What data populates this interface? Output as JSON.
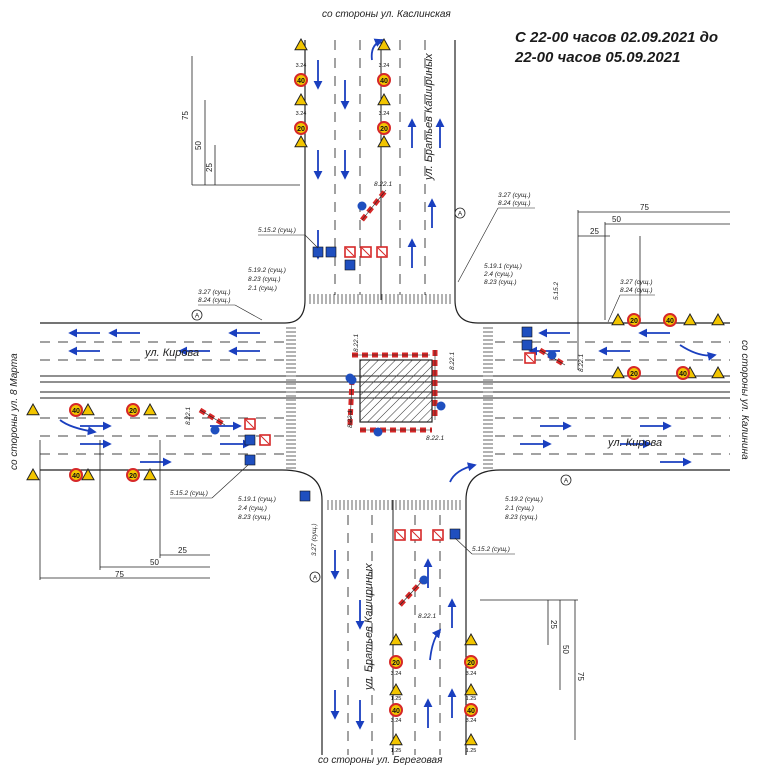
{
  "header": {
    "period_line1": "С 22-00 часов 02.09.2021 до",
    "period_line2": "22-00 часов 05.09.2021"
  },
  "directions": {
    "top": "со стороны ул. Каслинская",
    "bottom": "со стороны ул. Береговая",
    "left": "со стороны ул. 8 Марта",
    "right": "со стороны ул. Калинина"
  },
  "streets": {
    "kirova_left": "ул. Кирова",
    "kirova_right": "ул. Кирова",
    "kashirinykh_top": "ул. Братьев Кашириных",
    "kashirinykh_bottom": "ул. Братьев Кашириных"
  },
  "callouts": {
    "top_left": [
      "5.15.2 (сущ.)"
    ],
    "top_mid": [
      "5.19.2 (сущ.)",
      "8.23 (сущ.)",
      "2.1 (сущ.)"
    ],
    "left_upper": [
      "3.27 (сущ.)",
      "8.24 (сущ.)"
    ],
    "top_right_a": [
      "3.27 (сущ.)",
      "8.24 (сущ.)"
    ],
    "top_right_b": [
      "5.19.1 (сущ.)",
      "2.4 (сущ.)",
      "8.23 (сущ.)"
    ],
    "right_sign": [
      "5.15.2"
    ],
    "right_upper": [
      "3.27 (сущ.)",
      "8.24 (сущ.)"
    ],
    "left_lower": [
      "5.15.2 (сущ.)"
    ],
    "bottom_mid": [
      "5.19.1 (сущ.)",
      "2.4 (сущ.)",
      "8.23 (сущ.)"
    ],
    "bottom_left_v": [
      "3.27 (сущ.)"
    ],
    "bottom_right": [
      "5.19.2 (сущ.)",
      "2.1 (сущ.)",
      "8.23 (сущ.)"
    ],
    "bottom_sign": [
      "5.15.2 (сущ.)"
    ]
  },
  "barrier_labels": {
    "top": "8.22.1",
    "right": "8.22.1",
    "left": "8.22.1",
    "bottom": "8.22.1",
    "c_top": "8.22.1",
    "c_right": "8.22.1",
    "c_left": "8.22.1",
    "c_bottom": "8.22.1"
  },
  "dimensions": {
    "top_left": [
      "75",
      "50",
      "25"
    ],
    "top_right": [
      "75",
      "50",
      "25"
    ],
    "bottom_left": [
      "75",
      "50",
      "25"
    ],
    "bottom_right": [
      "75",
      "50",
      "25"
    ]
  },
  "signs": {
    "speed_20": "20",
    "speed_40": "40",
    "plate_324": "3.24",
    "plate_125": "1.25",
    "marker_a": "А"
  },
  "colors": {
    "arrow_blue": "#1a3fbf",
    "sign_red": "#d62828",
    "sign_yellow": "#f2c500",
    "sign_blue": "#1f4fbf",
    "line": "#222222"
  }
}
